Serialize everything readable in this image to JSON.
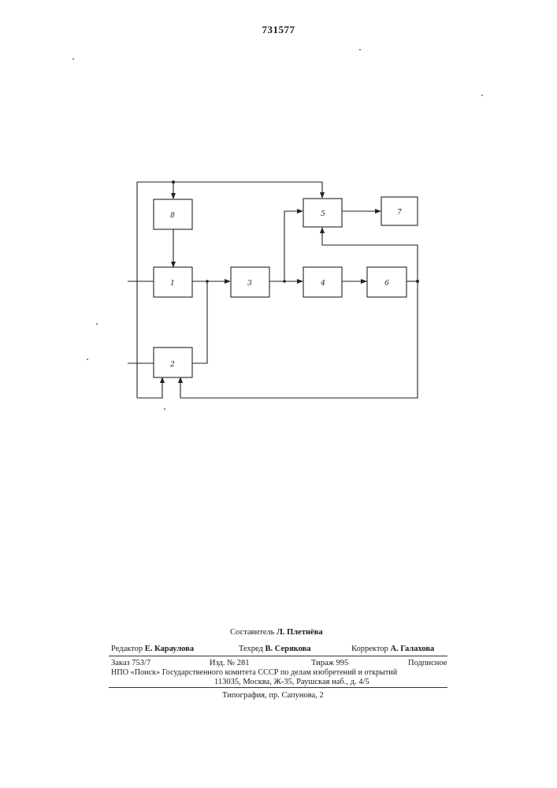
{
  "patent_number": "731577",
  "diagram": {
    "blocks": [
      {
        "id": "block-1",
        "label": "1"
      },
      {
        "id": "block-2",
        "label": "2"
      },
      {
        "id": "block-3",
        "label": "3"
      },
      {
        "id": "block-4",
        "label": "4"
      },
      {
        "id": "block-5",
        "label": "5"
      },
      {
        "id": "block-6",
        "label": "6"
      },
      {
        "id": "block-7",
        "label": "7"
      },
      {
        "id": "block-8",
        "label": "8"
      }
    ]
  },
  "footer": {
    "compiler_label": "Составитель",
    "compiler_name": "Л. Плетнёва",
    "editor_label": "Редактор",
    "editor_name": "Е. Караулова",
    "techred_label": "Техред",
    "techred_name": "В. Серякова",
    "corrector_label": "Корректор",
    "corrector_name": "А. Галахова",
    "order": "Заказ 753/7",
    "edition": "Изд. № 281",
    "circulation": "Тираж 995",
    "subscription": "Подписное",
    "org_line": "НПО «Поиск» Государственного комитета СССР по делам изобретений и открытий",
    "address_line": "113035, Москва, Ж-35, Раушская наб., д. 4/5",
    "print_line": "Типография, пр. Сапунова, 2"
  }
}
